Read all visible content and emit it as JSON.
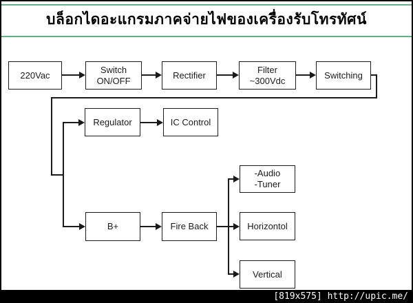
{
  "title": {
    "text": "บล็อกไดอะแกรมภาคจ่ายไฟของเครื่องรับโทรทัศน์"
  },
  "colors": {
    "accent_green": "#5bb286",
    "diagram_ink": "#1a1a1a",
    "background": "#ffffff",
    "footer_bg": "#000000",
    "footer_text": "#ffffff"
  },
  "footer": {
    "watermark": "[819x575] http://upic.me/"
  },
  "diagram": {
    "nodes": {
      "source": {
        "label": "220Vac"
      },
      "power_switch": {
        "label": "Switch\nON/OFF"
      },
      "rectifier": {
        "label": "Rectifier"
      },
      "filter": {
        "label": "Filter\n~300Vdc"
      },
      "switching": {
        "label": "Switching"
      },
      "regulator": {
        "label": "Regulator"
      },
      "ic_control": {
        "label": "IC Control"
      },
      "b_plus": {
        "label": "B+"
      },
      "fire_back": {
        "label": "Fire Back"
      },
      "audio_tuner": {
        "label": "-Audio\n-Tuner"
      },
      "horizontal_out": {
        "label": "Horizontol"
      },
      "vertical_out": {
        "label": "Vertical"
      }
    },
    "edges": [
      {
        "from": "220Vac",
        "to": "Switch ON/OFF"
      },
      {
        "from": "Switch ON/OFF",
        "to": "Rectifier"
      },
      {
        "from": "Rectifier",
        "to": "Filter ~300Vdc"
      },
      {
        "from": "Filter ~300Vdc",
        "to": "Switching"
      },
      {
        "from": "Switching",
        "to": "Regulator"
      },
      {
        "from": "Switching",
        "to": "B+"
      },
      {
        "from": "Regulator",
        "to": "IC Control"
      },
      {
        "from": "B+",
        "to": "Fire Back"
      },
      {
        "from": "Fire Back",
        "to": "-Audio -Tuner"
      },
      {
        "from": "Fire Back",
        "to": "Horizontol"
      },
      {
        "from": "Fire Back",
        "to": "Vertical"
      }
    ]
  }
}
